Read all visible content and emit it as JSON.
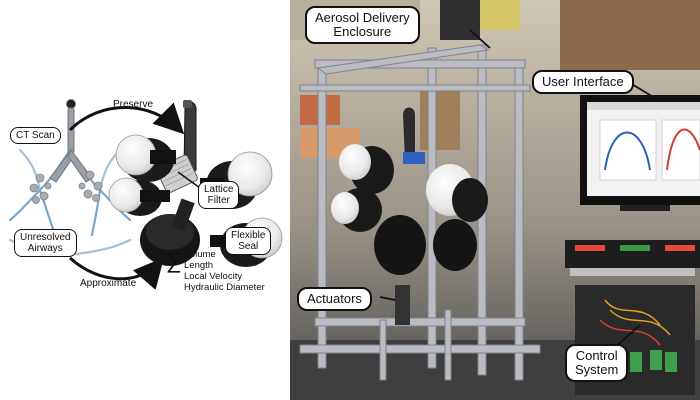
{
  "left_panel": {
    "labels": {
      "ct_scan": "CT Scan",
      "preserve": "Preserve",
      "approximate": "Approximate",
      "unresolved_airways": "Unresolved\nAirways",
      "lattice_filter": "Lattice\nFilter",
      "flexible_seal": "Flexible\nSeal"
    },
    "sum_symbol": "∑",
    "sum_terms": [
      "Volume",
      "Length",
      "Local Velocity",
      "Hydraulic Diameter"
    ]
  },
  "right_panel": {
    "labels": {
      "enclosure": "Aerosol Delivery\nEnclosure",
      "user_interface": "User Interface",
      "actuators": "Actuators",
      "control_system": "Control\nSystem"
    }
  },
  "colors": {
    "airway": "#7aa7c9",
    "metal": "#b9bcc2",
    "dark": "#141414",
    "monitor_plot_blue": "#2b5fb3",
    "monitor_plot_red": "#d23a3a"
  }
}
